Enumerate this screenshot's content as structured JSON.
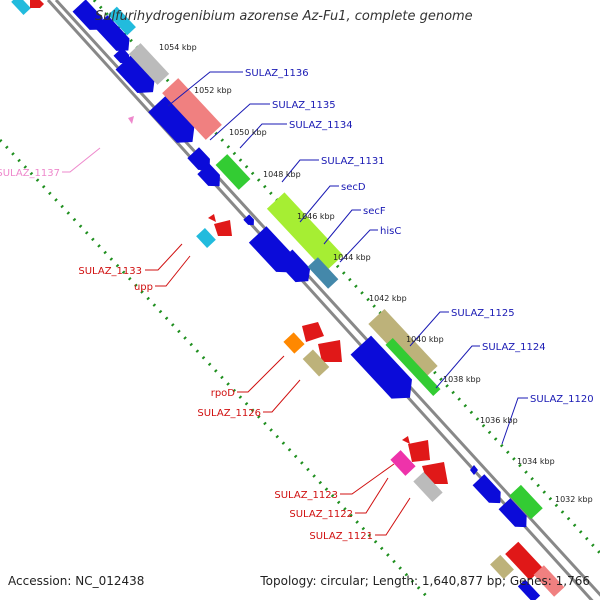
{
  "title": "Sulfurihydrogenibium azorense Az-Fu1, complete genome",
  "footer": {
    "accession": "Accession: NC_012438",
    "topology": "Topology: circular; Length: 1,640,877 bp; Genes: 1,766"
  },
  "ticks": [
    "1054 kbp",
    "1052 kbp",
    "1050 kbp",
    "1048 kbp",
    "1046 kbp",
    "1044 kbp",
    "1042 kbp",
    "1040 kbp",
    "1038 kbp",
    "1036 kbp",
    "1034 kbp",
    "1032 kbp"
  ],
  "labels": {
    "outer": [
      "SULAZ_1136",
      "SULAZ_1135",
      "SULAZ_1134",
      "SULAZ_1131",
      "secD",
      "secF",
      "hisC",
      "SULAZ_1125",
      "SULAZ_1124",
      "SULAZ_1120"
    ],
    "inner": [
      "SULAZ_1137",
      "SULAZ_1133",
      "upp",
      "rpoD",
      "SULAZ_1126",
      "SULAZ_1123",
      "SULAZ_1122",
      "SULAZ_1121"
    ]
  },
  "colors": {
    "backbone": "#808080",
    "tick_dots": "#1f8f1f",
    "outer_label": "#1a1ab4",
    "inner_label": "#d01010",
    "pink_label": "#ee88cc",
    "gene_blue": "#0b0bd9",
    "gene_red": "#e01818",
    "gene_green": "#33cc33",
    "gene_lightgreen": "#a6ee33",
    "gene_pink": "#f08080",
    "gene_grey": "#bbbbbb",
    "gene_tan": "#bdb27a",
    "gene_cyan": "#22bbdd",
    "gene_magenta": "#ee33aa",
    "gene_orange": "#ff8800",
    "gene_steel": "#4488aa"
  }
}
